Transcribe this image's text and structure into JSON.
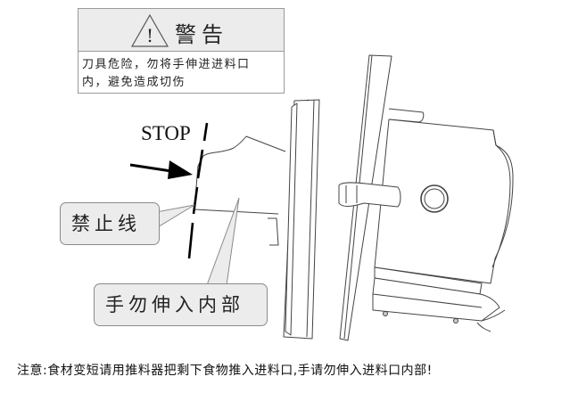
{
  "warning_box": {
    "icon": "warning-triangle-icon",
    "icon_glyph": "!",
    "title": "警告",
    "body_line1": "刀具危险，勿将手伸进进料口",
    "body_line2": "内，避免造成切伤"
  },
  "diagram": {
    "stop_label": "STOP",
    "arrow_icon": "arrow-right-icon",
    "forbidden_line_callout": "禁止线",
    "hand_callout": "手勿伸入内部",
    "colors": {
      "line": "#3a3a3a",
      "callout_fill": "#ececec",
      "callout_border": "#8a8a8a",
      "stop_line": "#000000"
    }
  },
  "footer": {
    "note": "注意:食材变短请用推料器把剩下食物推入进料口,手请勿伸入进料口内部!"
  }
}
